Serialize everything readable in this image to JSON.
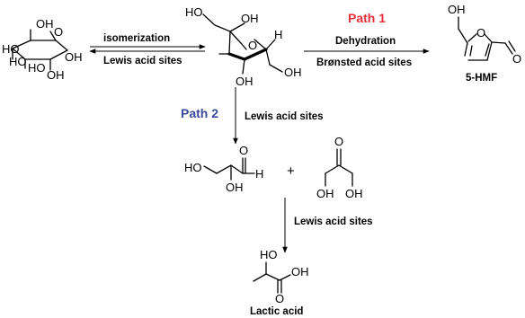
{
  "scheme": {
    "step1_top": "isomerization",
    "step1_bottom": "Lewis acid sites",
    "path1_title": "Path 1",
    "path1_top": "Dehydration",
    "path1_bottom": "Brønsted acid sites",
    "product_hmf": "5-HMF",
    "path2_title": "Path 2",
    "path2_label": "Lewis acid sites",
    "plus": "+",
    "step3_label": "Lewis acid sites",
    "product_lactic": "Lactic acid"
  },
  "colors": {
    "path1": "#e8303a",
    "path2": "#3b4a9b"
  }
}
